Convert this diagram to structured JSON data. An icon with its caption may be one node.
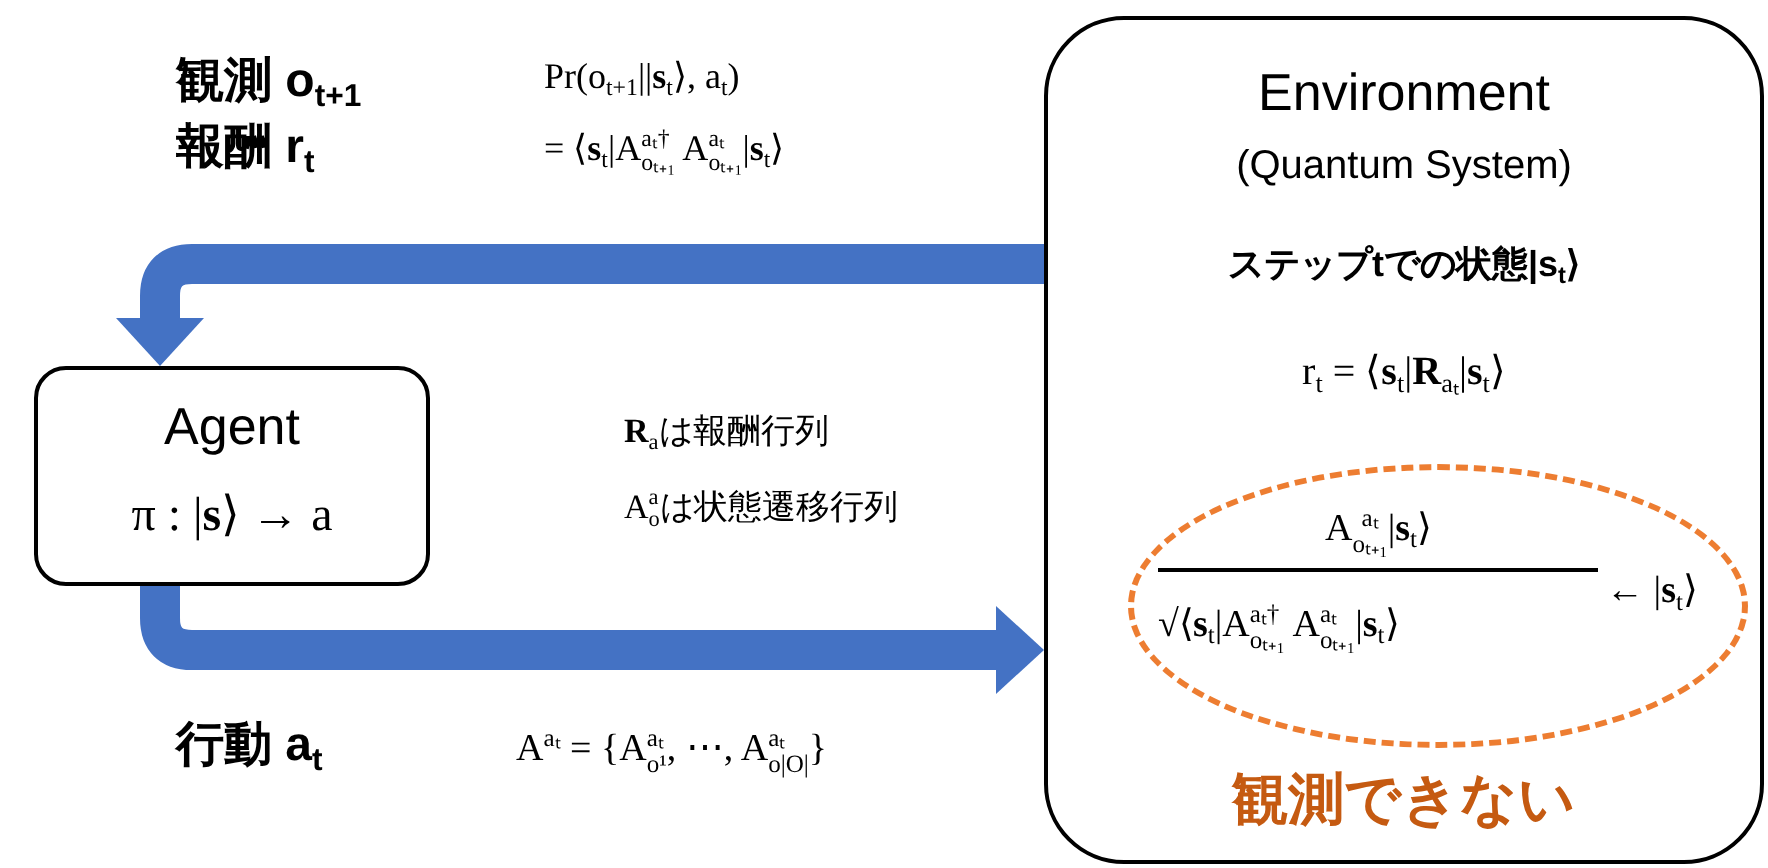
{
  "diagram": {
    "nodes": [
      {
        "text": [
          "Environment",
          "(Quantum System)",
          "ステップtでの状態|**s**$_{t}$⟩",
          "r$_{t}$ = ⟨**s**$_{t}$|**R**$_{aₜ}$|**s**$_{t}$⟩",
          "観測できない"
        ]
      },
      {
        "text": [
          "A$^{aₜ}$$_{oₜ₊₁}$|**s**$_{t}$⟩",
          "√⟨**s**$_{t}$|A$^{aₜ†}$$_{oₜ₊₁}$ A$^{aₜ}$$_{oₜ₊₁}$|**s**$_{t}$⟩",
          "← |**s**$_{t}$⟩"
        ],
        "in": 0
      },
      {
        "text": [
          "Agent",
          "π : |**s**⟩ → a"
        ]
      }
    ],
    "edges": [
      {
        "from": 0,
        "to": 2,
        "arrow": "to",
        "label": "観測 o$_{t+1}$ 報酬 r$_{t}$"
      },
      {
        "from": 2,
        "to": 0,
        "arrow": "to",
        "label": "行動 a$_{t}$"
      }
    ],
    "labels": [
      "Pr(o$_{t+1}$||**s**$_{t}$⟩, a$_{t}$)",
      "= ⟨**s**$_{t}$|A$^{aₜ†}$$_{oₜ₊₁}$ A$^{aₜ}$$_{oₜ₊₁}$|**s**$_{t}$⟩",
      "**R**$_{a}$は報酬行列",
      "A$^{a}$$_{o}$は状態遷移行列",
      "A$^{aₜ}$ = {A$^{aₜ}$$_{o¹}$, ⋯, A$^{aₜ}$$_{o|O|}$}"
    ]
  }
}
